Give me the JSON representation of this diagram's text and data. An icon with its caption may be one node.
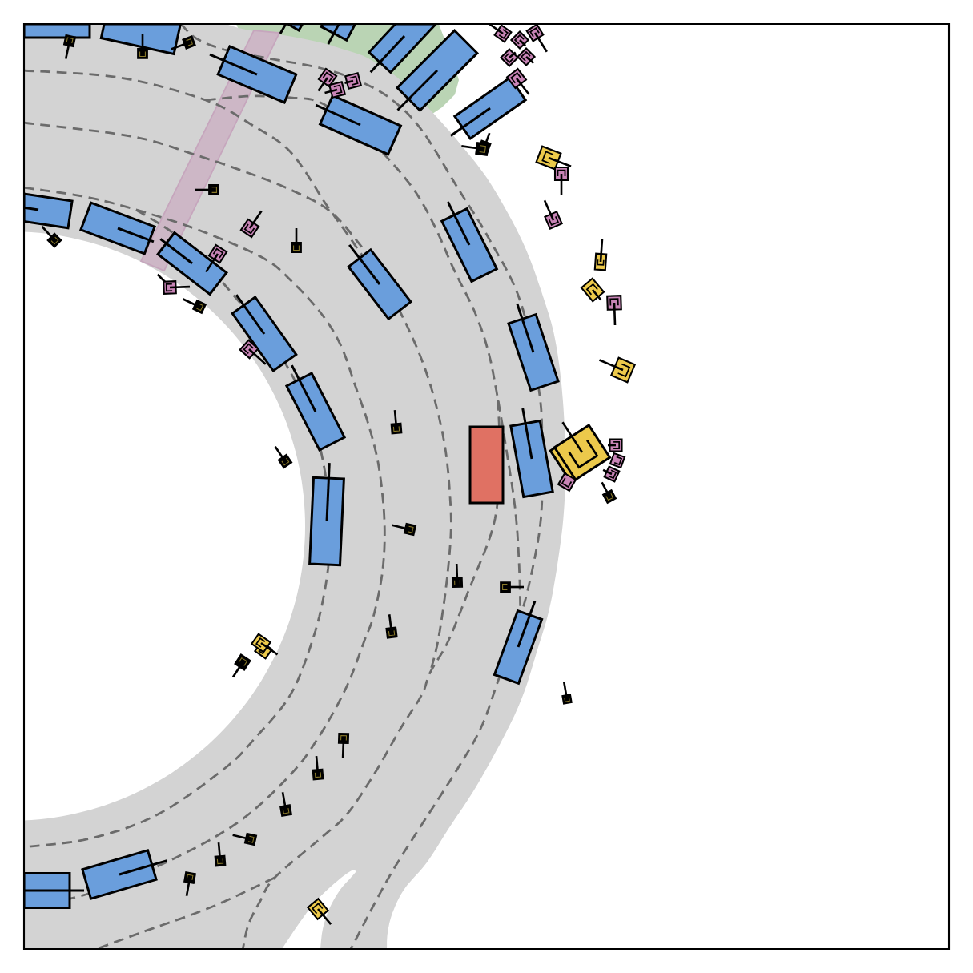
{
  "diagram": {
    "nodes": [
      {
        "text": [],
        "shape": "box"
      },
      {
        "text": [],
        "shape": "box"
      },
      {
        "text": [],
        "shape": "box"
      },
      {
        "text": [],
        "shape": "box"
      },
      {
        "text": [],
        "shape": "box"
      },
      {
        "text": [],
        "shape": "box"
      },
      {
        "text": [],
        "shape": "box"
      },
      {
        "text": [],
        "shape": "diamond"
      },
      {
        "text": [],
        "shape": "box"
      },
      {
        "text": [],
        "shape": "box"
      },
      {
        "text": [],
        "shape": "box"
      },
      {
        "text": [],
        "shape": "diamond"
      },
      {
        "text": [],
        "shape": "diamond"
      },
      {
        "text": [],
        "shape": "box"
      },
      {
        "text": [],
        "shape": "box"
      },
      {
        "text": [],
        "shape": "box"
      },
      {
        "text": [],
        "shape": "box"
      },
      {
        "text": [],
        "shape": "box"
      },
      {
        "text": [],
        "shape": "box"
      },
      {
        "text": [],
        "shape": "box"
      },
      {
        "text": [],
        "shape": "box"
      },
      {
        "text": [],
        "shape": "box"
      },
      {
        "text": [],
        "shape": "box"
      },
      {
        "text": [],
        "shape": "box"
      },
      {
        "text": [],
        "shape": "box"
      },
      {
        "text": [],
        "shape": "box"
      },
      {
        "text": [],
        "shape": "box"
      },
      {
        "text": [],
        "shape": "box"
      },
      {
        "text": [],
        "shape": "box"
      },
      {
        "text": [],
        "shape": "diamond"
      },
      {
        "text": [],
        "shape": "box"
      },
      {
        "text": [],
        "shape": "box"
      },
      {
        "text": [],
        "shape": "box"
      },
      {
        "text": [],
        "shape": "box"
      },
      {
        "text": [],
        "shape": "box"
      },
      {
        "text": [],
        "shape": "box"
      },
      {
        "text": [],
        "shape": "box"
      },
      {
        "text": [],
        "shape": "box"
      },
      {
        "text": [],
        "shape": "box"
      },
      {
        "text": [],
        "shape": "box"
      },
      {
        "text": [],
        "shape": "box"
      },
      {
        "text": [],
        "shape": "box"
      },
      {
        "text": [],
        "shape": "box"
      },
      {
        "text": [],
        "shape": "box"
      },
      {
        "text": [],
        "shape": "box"
      },
      {
        "text": [],
        "shape": "box"
      },
      {
        "text": [],
        "shape": "box"
      },
      {
        "text": [],
        "shape": "box"
      },
      {
        "text": [],
        "shape": "box"
      },
      {
        "text": [],
        "shape": "box"
      },
      {
        "text": [],
        "shape": "box"
      },
      {
        "text": [],
        "shape": "box"
      },
      {
        "text": [],
        "shape": "box"
      },
      {
        "text": [],
        "shape": "box"
      },
      {
        "text": [],
        "shape": "box"
      },
      {
        "text": [],
        "shape": "box"
      },
      {
        "text": [],
        "shape": "box"
      },
      {
        "text": [],
        "shape": "box"
      },
      {
        "text": [],
        "shape": "box"
      },
      {
        "text": [],
        "shape": "box"
      },
      {
        "text": [],
        "shape": "box"
      },
      {
        "text": [],
        "shape": "box"
      },
      {
        "text": [],
        "shape": "box"
      },
      {
        "text": [],
        "shape": "box"
      },
      {
        "text": [],
        "shape": "box"
      },
      {
        "text": [],
        "shape": "box"
      },
      {
        "text": [],
        "shape": "box"
      },
      {
        "text": [],
        "shape": "box"
      },
      {
        "text": [],
        "shape": "box"
      },
      {
        "text": [],
        "shape": "box"
      },
      {
        "text": [],
        "shape": "box"
      },
      {
        "text": [],
        "shape": "box"
      },
      {
        "text": [],
        "shape": "box"
      }
    ]
  }
}
